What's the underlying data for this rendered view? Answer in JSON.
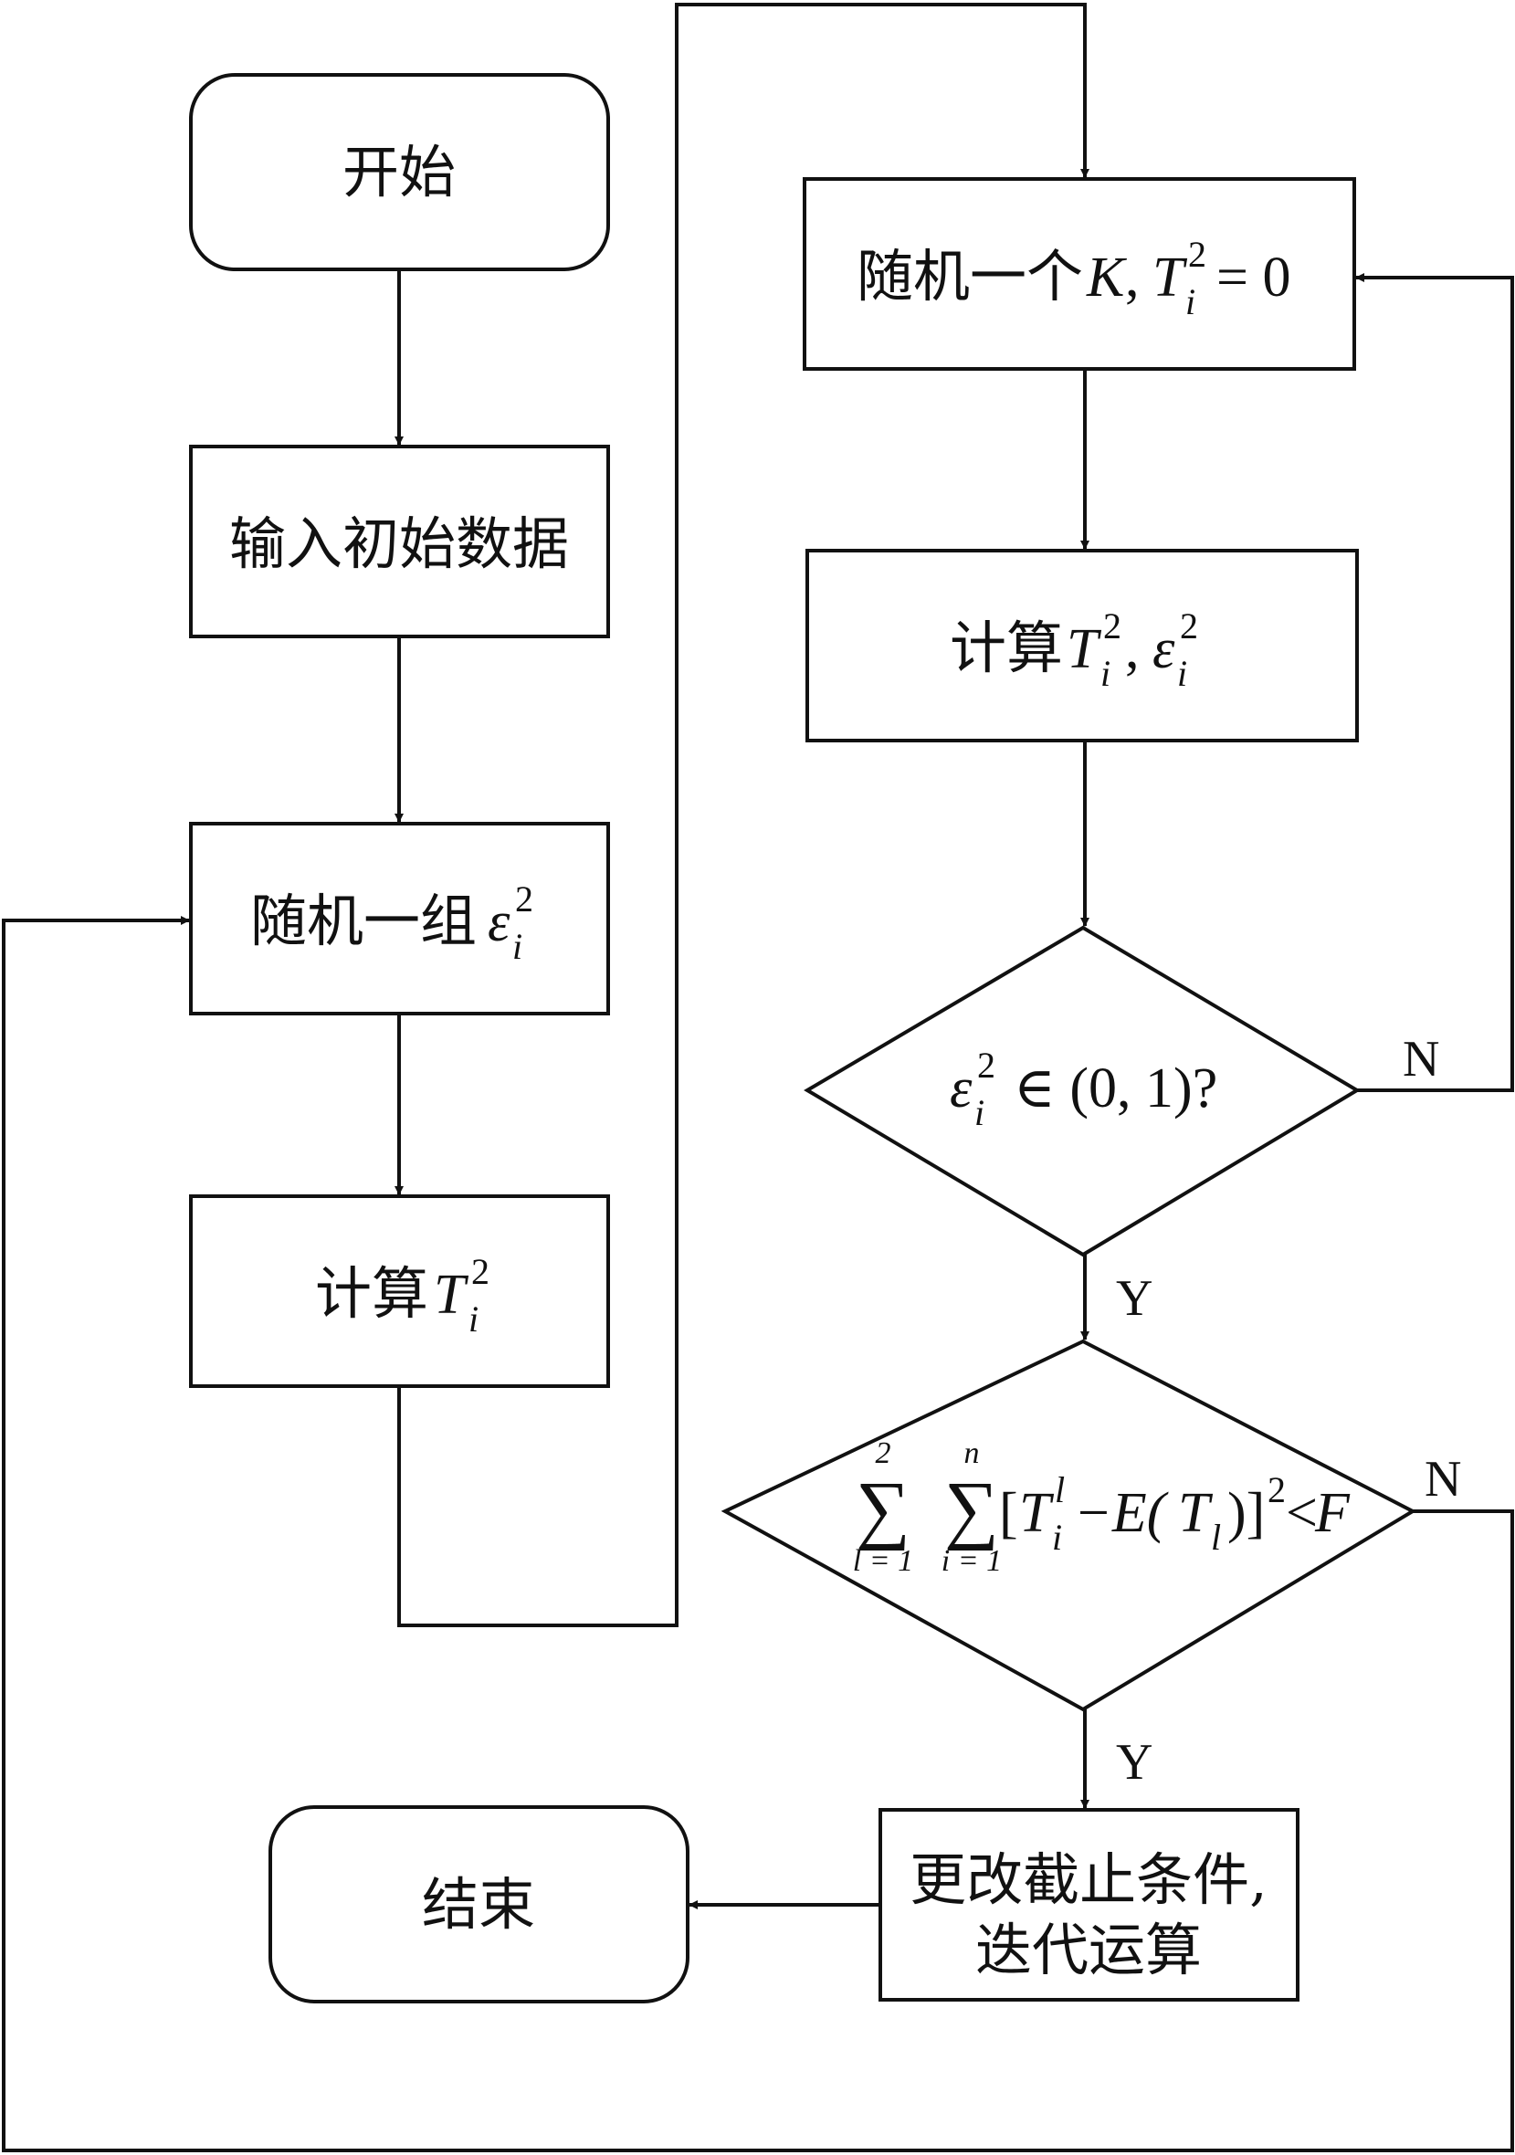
{
  "nodes": {
    "start": "开始",
    "input": "输入初始数据",
    "random_eps_prefix": "随机一组",
    "calc_t_prefix": "计算",
    "random_k_prefix": "随机一个",
    "random_k_var": "K",
    "calc_t_eps_prefix": "计算",
    "update_line1": "更改截止条件,",
    "update_line2": "迭代运算",
    "end": "结束"
  },
  "math": {
    "eps": "ε",
    "T": "T",
    "i": "i",
    "sq": "2",
    "eq_zero": "= 0",
    "comma": ",",
    "in_interval": "∈ (0, 1)?",
    "sigma": "∑",
    "sum1_top": "2",
    "sum1_bottom": "l = 1",
    "sum2_top": "n",
    "sum2_bottom": "i = 1",
    "open_bracket": "[",
    "l": "l",
    "minus_E": "−E(",
    "T_l": "T",
    "close": ")]",
    "lt_F": "<",
    "F": "F"
  },
  "labels": {
    "no": "N",
    "yes": "Y"
  }
}
